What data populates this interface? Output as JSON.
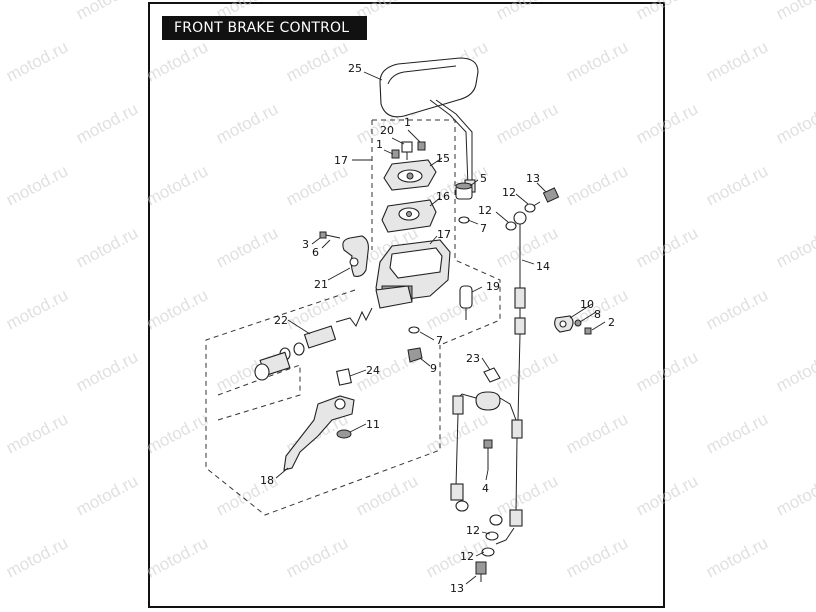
{
  "title": "FRONT BRAKE CONTROL",
  "watermark": "motod.ru",
  "part_labels": {
    "p1a": "1",
    "p1b": "1",
    "p2": "2",
    "p3": "3",
    "p4": "4",
    "p5": "5",
    "p6": "6",
    "p7a": "7",
    "p7b": "7",
    "p8": "8",
    "p9": "9",
    "p10": "10",
    "p11": "11",
    "p12a": "12",
    "p12b": "12",
    "p12c": "12",
    "p12d": "12",
    "p13a": "13",
    "p13b": "13",
    "p14": "14",
    "p15": "15",
    "p16": "16",
    "p17a": "17",
    "p17b": "17",
    "p18": "18",
    "p19": "19",
    "p20": "20",
    "p21": "21",
    "p22": "22",
    "p23": "23",
    "p24": "24",
    "p25": "25"
  },
  "colors": {
    "frame": "#111111",
    "title_bg": "#111111",
    "title_text": "#ffffff",
    "watermark": "#c8c8c8"
  }
}
